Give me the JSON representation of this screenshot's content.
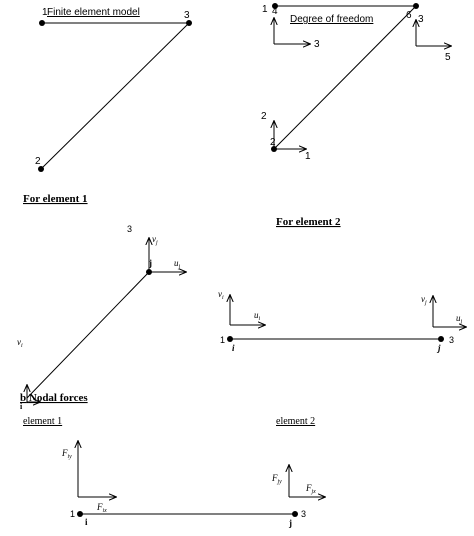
{
  "titles": {
    "fe_model": "Finite element model",
    "dof": "Degree of freedom",
    "elem1": "For element 1",
    "elem2": "For element 2",
    "nodal": "Nodal forces",
    "nodal_prefix": "b",
    "e1": "element 1",
    "e2": "element 2"
  },
  "labels": {
    "tl_n1": "1",
    "tl_n2": "2",
    "tl_n3": "3",
    "tr_1": "1",
    "tr_4": "4",
    "tr_3a": "3",
    "tr_6": "6",
    "tr_3b": "3",
    "tr_5": "5",
    "tr_2a": "2",
    "tr_2b": "2",
    "tr_1b": "1",
    "m1_3": "3",
    "m1_vj": "v",
    "m1_vj_sub": "j",
    "m1_j": "j",
    "m1_uj": "u",
    "m1_uj_sub": "j",
    "m1_vi": "v",
    "m1_vi_sub": "i",
    "m1_i": "i",
    "m2_vi": "v",
    "m2_vi_sub": "i",
    "m2_ui": "u",
    "m2_ui_sub": "i",
    "m2_vj": "v",
    "m2_vj_sub": "j",
    "m2_uj": "u",
    "m2_uj_sub": "j",
    "m2_1": "1",
    "m2_i": "i",
    "m2_j": "j",
    "m2_3": "3",
    "b_Fiy": "F",
    "b_Fiy_sub": "iy",
    "b_Fix": "F",
    "b_Fix_sub": "ix",
    "b_Fjy": "F",
    "b_Fjy_sub": "jy",
    "b_Fjx": "F",
    "b_Fjx_sub": "jx",
    "b_1": "1",
    "b_i": "i",
    "b_j": "j",
    "b_3": "3"
  }
}
